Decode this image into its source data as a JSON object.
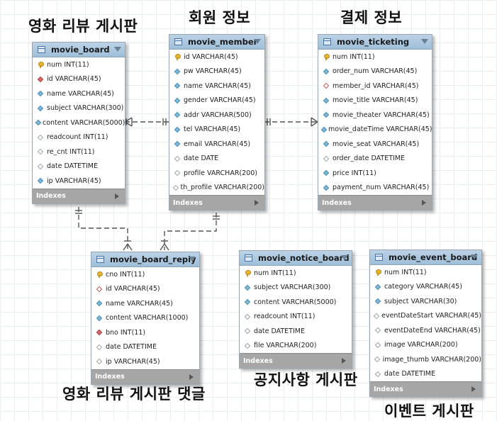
{
  "captions": {
    "board": "영화 리뷰 게시판",
    "member": "회원 정보",
    "ticketing": "결제 정보",
    "reply": "영화 리뷰 게시판 댓글",
    "notice": "공지사항 게시판",
    "event": "이벤트 게시판"
  },
  "indexes_label": "Indexes",
  "tables": {
    "movie_board": {
      "name": "movie_board",
      "columns": [
        {
          "text": "num INT(11)",
          "icon": "key"
        },
        {
          "text": "id VARCHAR(45)",
          "icon": "red"
        },
        {
          "text": "name VARCHAR(45)",
          "icon": "blue"
        },
        {
          "text": "subject VARCHAR(300)",
          "icon": "blue"
        },
        {
          "text": "content VARCHAR(5000)",
          "icon": "blue"
        },
        {
          "text": "readcount INT(11)",
          "icon": "white"
        },
        {
          "text": "re_cnt INT(11)",
          "icon": "white"
        },
        {
          "text": "date DATETIME",
          "icon": "white"
        },
        {
          "text": "ip VARCHAR(45)",
          "icon": "blue"
        }
      ]
    },
    "movie_member": {
      "name": "movie_member",
      "columns": [
        {
          "text": "id VARCHAR(45)",
          "icon": "key"
        },
        {
          "text": "pw VARCHAR(45)",
          "icon": "blue"
        },
        {
          "text": "name VARCHAR(45)",
          "icon": "blue"
        },
        {
          "text": "gender VARCHAR(45)",
          "icon": "blue"
        },
        {
          "text": "addr VARCHAR(500)",
          "icon": "blue"
        },
        {
          "text": "tel VARCHAR(45)",
          "icon": "blue"
        },
        {
          "text": "email VARCHAR(45)",
          "icon": "blue"
        },
        {
          "text": "date DATE",
          "icon": "white"
        },
        {
          "text": "profile VARCHAR(200)",
          "icon": "white"
        },
        {
          "text": "th_profile VARCHAR(200)",
          "icon": "white"
        }
      ]
    },
    "movie_ticketing": {
      "name": "movie_ticketing",
      "columns": [
        {
          "text": "num INT(11)",
          "icon": "key"
        },
        {
          "text": "order_num VARCHAR(45)",
          "icon": "blue"
        },
        {
          "text": "member_id VARCHAR(45)",
          "icon": "redhollow"
        },
        {
          "text": "movie_title VARCHAR(45)",
          "icon": "blue"
        },
        {
          "text": "movie_theater VARCHAR(45)",
          "icon": "blue"
        },
        {
          "text": "movie_dateTime VARCHAR(45)",
          "icon": "blue"
        },
        {
          "text": "movie_seat VARCHAR(45)",
          "icon": "blue"
        },
        {
          "text": "order_date DATETIME",
          "icon": "white"
        },
        {
          "text": "price INT(11)",
          "icon": "blue"
        },
        {
          "text": "payment_num VARCHAR(45)",
          "icon": "blue"
        }
      ]
    },
    "movie_board_reply": {
      "name": "movie_board_reply",
      "columns": [
        {
          "text": "cno INT(11)",
          "icon": "key"
        },
        {
          "text": "id VARCHAR(45)",
          "icon": "redhollow"
        },
        {
          "text": "name VARCHAR(45)",
          "icon": "blue"
        },
        {
          "text": "content VARCHAR(1000)",
          "icon": "blue"
        },
        {
          "text": "bno INT(11)",
          "icon": "red"
        },
        {
          "text": "date DATETIME",
          "icon": "white"
        },
        {
          "text": "ip VARCHAR(45)",
          "icon": "white"
        }
      ]
    },
    "movie_notice_board": {
      "name": "movie_notice_board",
      "columns": [
        {
          "text": "num INT(11)",
          "icon": "key"
        },
        {
          "text": "subject VARCHAR(300)",
          "icon": "blue"
        },
        {
          "text": "content VARCHAR(5000)",
          "icon": "blue"
        },
        {
          "text": "readcount INT(11)",
          "icon": "white"
        },
        {
          "text": "date DATETIME",
          "icon": "white"
        },
        {
          "text": "file VARCHAR(200)",
          "icon": "white"
        }
      ]
    },
    "movie_event_board": {
      "name": "movie_event_board",
      "columns": [
        {
          "text": "num INT(11)",
          "icon": "key"
        },
        {
          "text": "category VARCHAR(45)",
          "icon": "blue"
        },
        {
          "text": "subject VARCHAR(30)",
          "icon": "blue"
        },
        {
          "text": "eventDateStart VARCHAR(45)",
          "icon": "white"
        },
        {
          "text": "eventDateEnd VARCHAR(45)",
          "icon": "white"
        },
        {
          "text": "image VARCHAR(200)",
          "icon": "white"
        },
        {
          "text": "image_thumb VARCHAR(200)",
          "icon": "white"
        },
        {
          "text": "date DATETIME",
          "icon": "white"
        }
      ]
    }
  }
}
